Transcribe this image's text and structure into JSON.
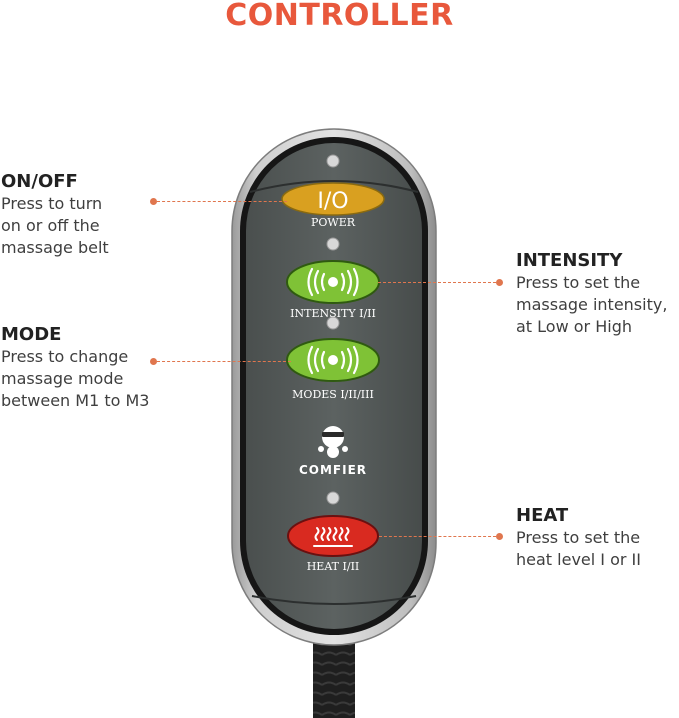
{
  "title": {
    "text": "CONTROLLER",
    "color": "#e8583c"
  },
  "accent_color": "#e0764e",
  "annotations": {
    "onoff": {
      "heading": "ON/OFF",
      "lines": [
        "Press to turn",
        "on or off the",
        "massage belt"
      ]
    },
    "mode": {
      "heading": "MODE",
      "lines": [
        "Press to change",
        "massage mode",
        "between M1 to M3"
      ]
    },
    "intensity": {
      "heading": "INTENSITY",
      "lines": [
        "Press to set the",
        "massage intensity,",
        "at Low or High"
      ]
    },
    "heat": {
      "heading": "HEAT",
      "lines": [
        "Press to set the",
        "heat level I or II"
      ]
    }
  },
  "controller": {
    "power": {
      "glyph": "I/O",
      "label": "POWER",
      "icon": "power-icon",
      "color": "#d9a020"
    },
    "intensity": {
      "label": "INTENSITY I/II",
      "icon": "vibration-waves-icon",
      "color": "#7fc236"
    },
    "modes": {
      "label": "MODES I/II/III",
      "icon": "vibration-waves-icon",
      "color": "#7fc236"
    },
    "brand": {
      "text": "COMFIER",
      "icon": "mascot-logo-icon"
    },
    "heat": {
      "label": "HEAT I/II",
      "icon": "heat-waves-icon",
      "color": "#d92a20"
    }
  }
}
